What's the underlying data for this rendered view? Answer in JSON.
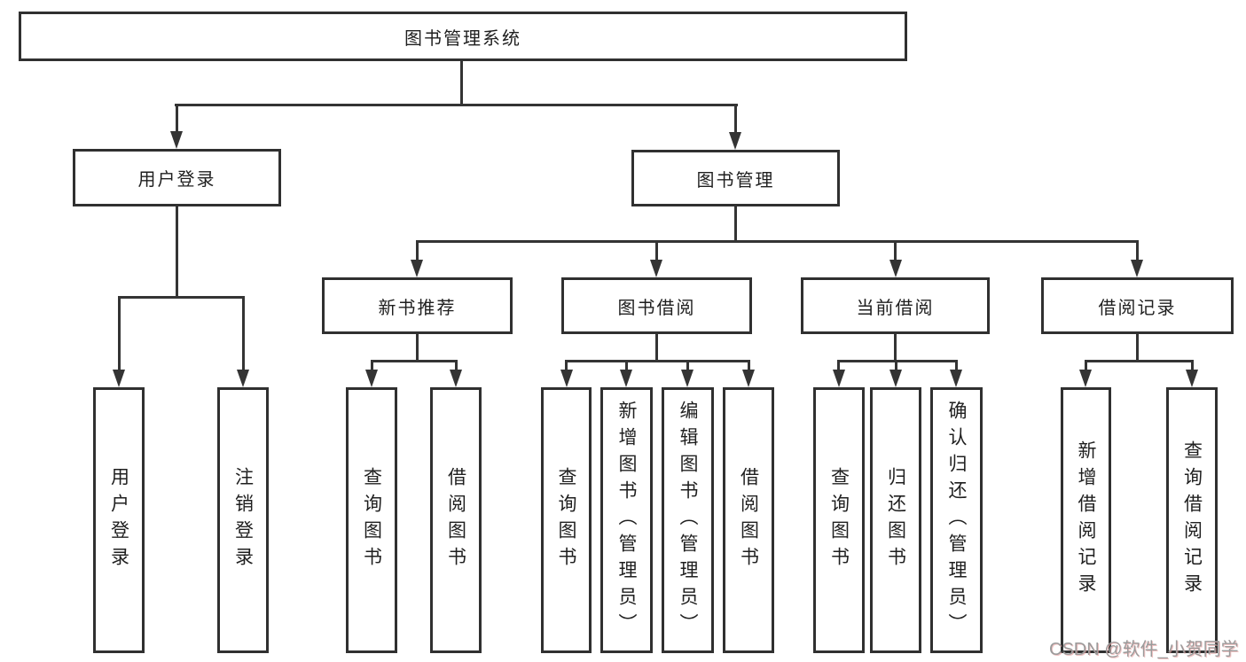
{
  "colors": {
    "line": "#343434",
    "border": "#303030",
    "text": "#1f1f1f",
    "background": "#ffffff",
    "watermark": "#9b9b9b"
  },
  "watermark": {
    "text": "CSDN @软件_小贺同学"
  },
  "labels": {
    "root": "图书管理系统",
    "user_login": "用户登录",
    "book_mgmt": "图书管理",
    "new_book_rec": "新书推荐",
    "book_borrow": "图书借阅",
    "current_borrow": "当前借阅",
    "borrow_record": "借阅记录",
    "leaf_user_login": "用户登录",
    "leaf_logout": "注销登录",
    "leaf_query_book_rec": "查询图书",
    "leaf_borrow_book_rec": "借阅图书",
    "leaf_query_book_borrow": "查询图书",
    "leaf_add_book_admin": "新增图书（管理员）",
    "leaf_edit_book_admin": "编辑图书（管理员）",
    "leaf_borrow_book_borrow": "借阅图书",
    "leaf_query_book_current": "查询图书",
    "leaf_return_book": "归还图书",
    "leaf_confirm_return_admin": "确认归还（管理员）",
    "leaf_add_borrow_record": "新增借阅记录",
    "leaf_query_borrow_record": "查询借阅记录"
  },
  "tree": {
    "root": "图书管理系统",
    "children": [
      {
        "label": "用户登录",
        "children": [
          "用户登录",
          "注销登录"
        ]
      },
      {
        "label": "图书管理",
        "children": [
          {
            "label": "新书推荐",
            "children": [
              "查询图书",
              "借阅图书"
            ]
          },
          {
            "label": "图书借阅",
            "children": [
              "查询图书",
              "新增图书（管理员）",
              "编辑图书（管理员）",
              "借阅图书"
            ]
          },
          {
            "label": "当前借阅",
            "children": [
              "查询图书",
              "归还图书",
              "确认归还（管理员）"
            ]
          },
          {
            "label": "借阅记录",
            "children": [
              "新增借阅记录",
              "查询借阅记录"
            ]
          }
        ]
      }
    ]
  }
}
